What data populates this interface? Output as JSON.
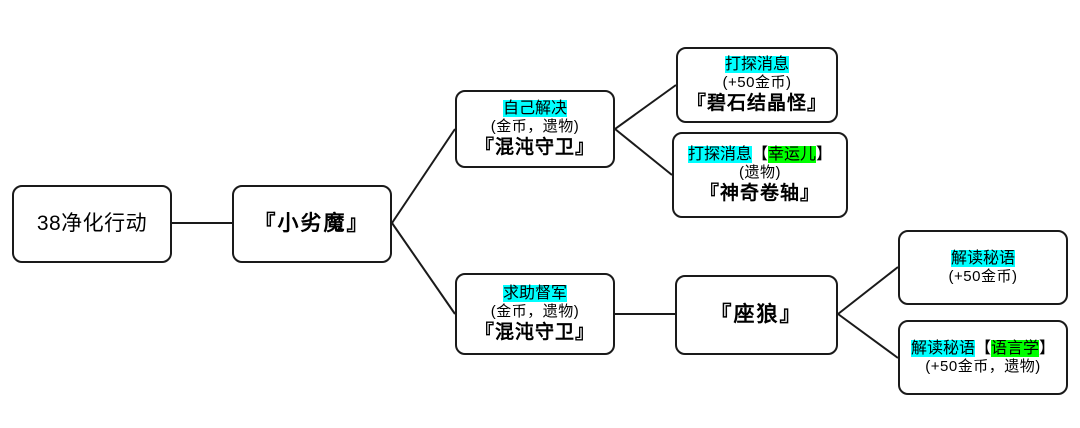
{
  "diagram": {
    "type": "event-branch-tree",
    "background": "#ffffff",
    "edge_color": "#1a1a1a",
    "highlight_cyan": "#00ffff",
    "highlight_green": "#00ff00",
    "nodes": {
      "root": {
        "label": "38净化行动"
      },
      "enemy1": {
        "entity": "『小劣魔』"
      },
      "option_self": {
        "title": "自己解决",
        "reward": "(金币，遗物)",
        "entity": "『混沌守卫』"
      },
      "option_help": {
        "title": "求助督军",
        "reward": "(金币，遗物)",
        "entity": "『混沌守卫』"
      },
      "result_scout": {
        "title": "打探消息",
        "reward": "(+50金币)",
        "entity": "『碧石结晶怪』"
      },
      "result_scout_lucky": {
        "title": "打探消息",
        "bracket_open": "【",
        "trait": "幸运儿",
        "bracket_close": "】",
        "reward": "(遗物)",
        "entity": "『神奇卷轴』"
      },
      "enemy2": {
        "entity": "『座狼』"
      },
      "result_decode": {
        "title": "解读秘语",
        "reward": "(+50金币)"
      },
      "result_decode_ling": {
        "title": "解读秘语",
        "bracket_open": "【",
        "trait": "语言学",
        "bracket_close": "】",
        "reward": "(+50金币，遗物)"
      }
    }
  }
}
